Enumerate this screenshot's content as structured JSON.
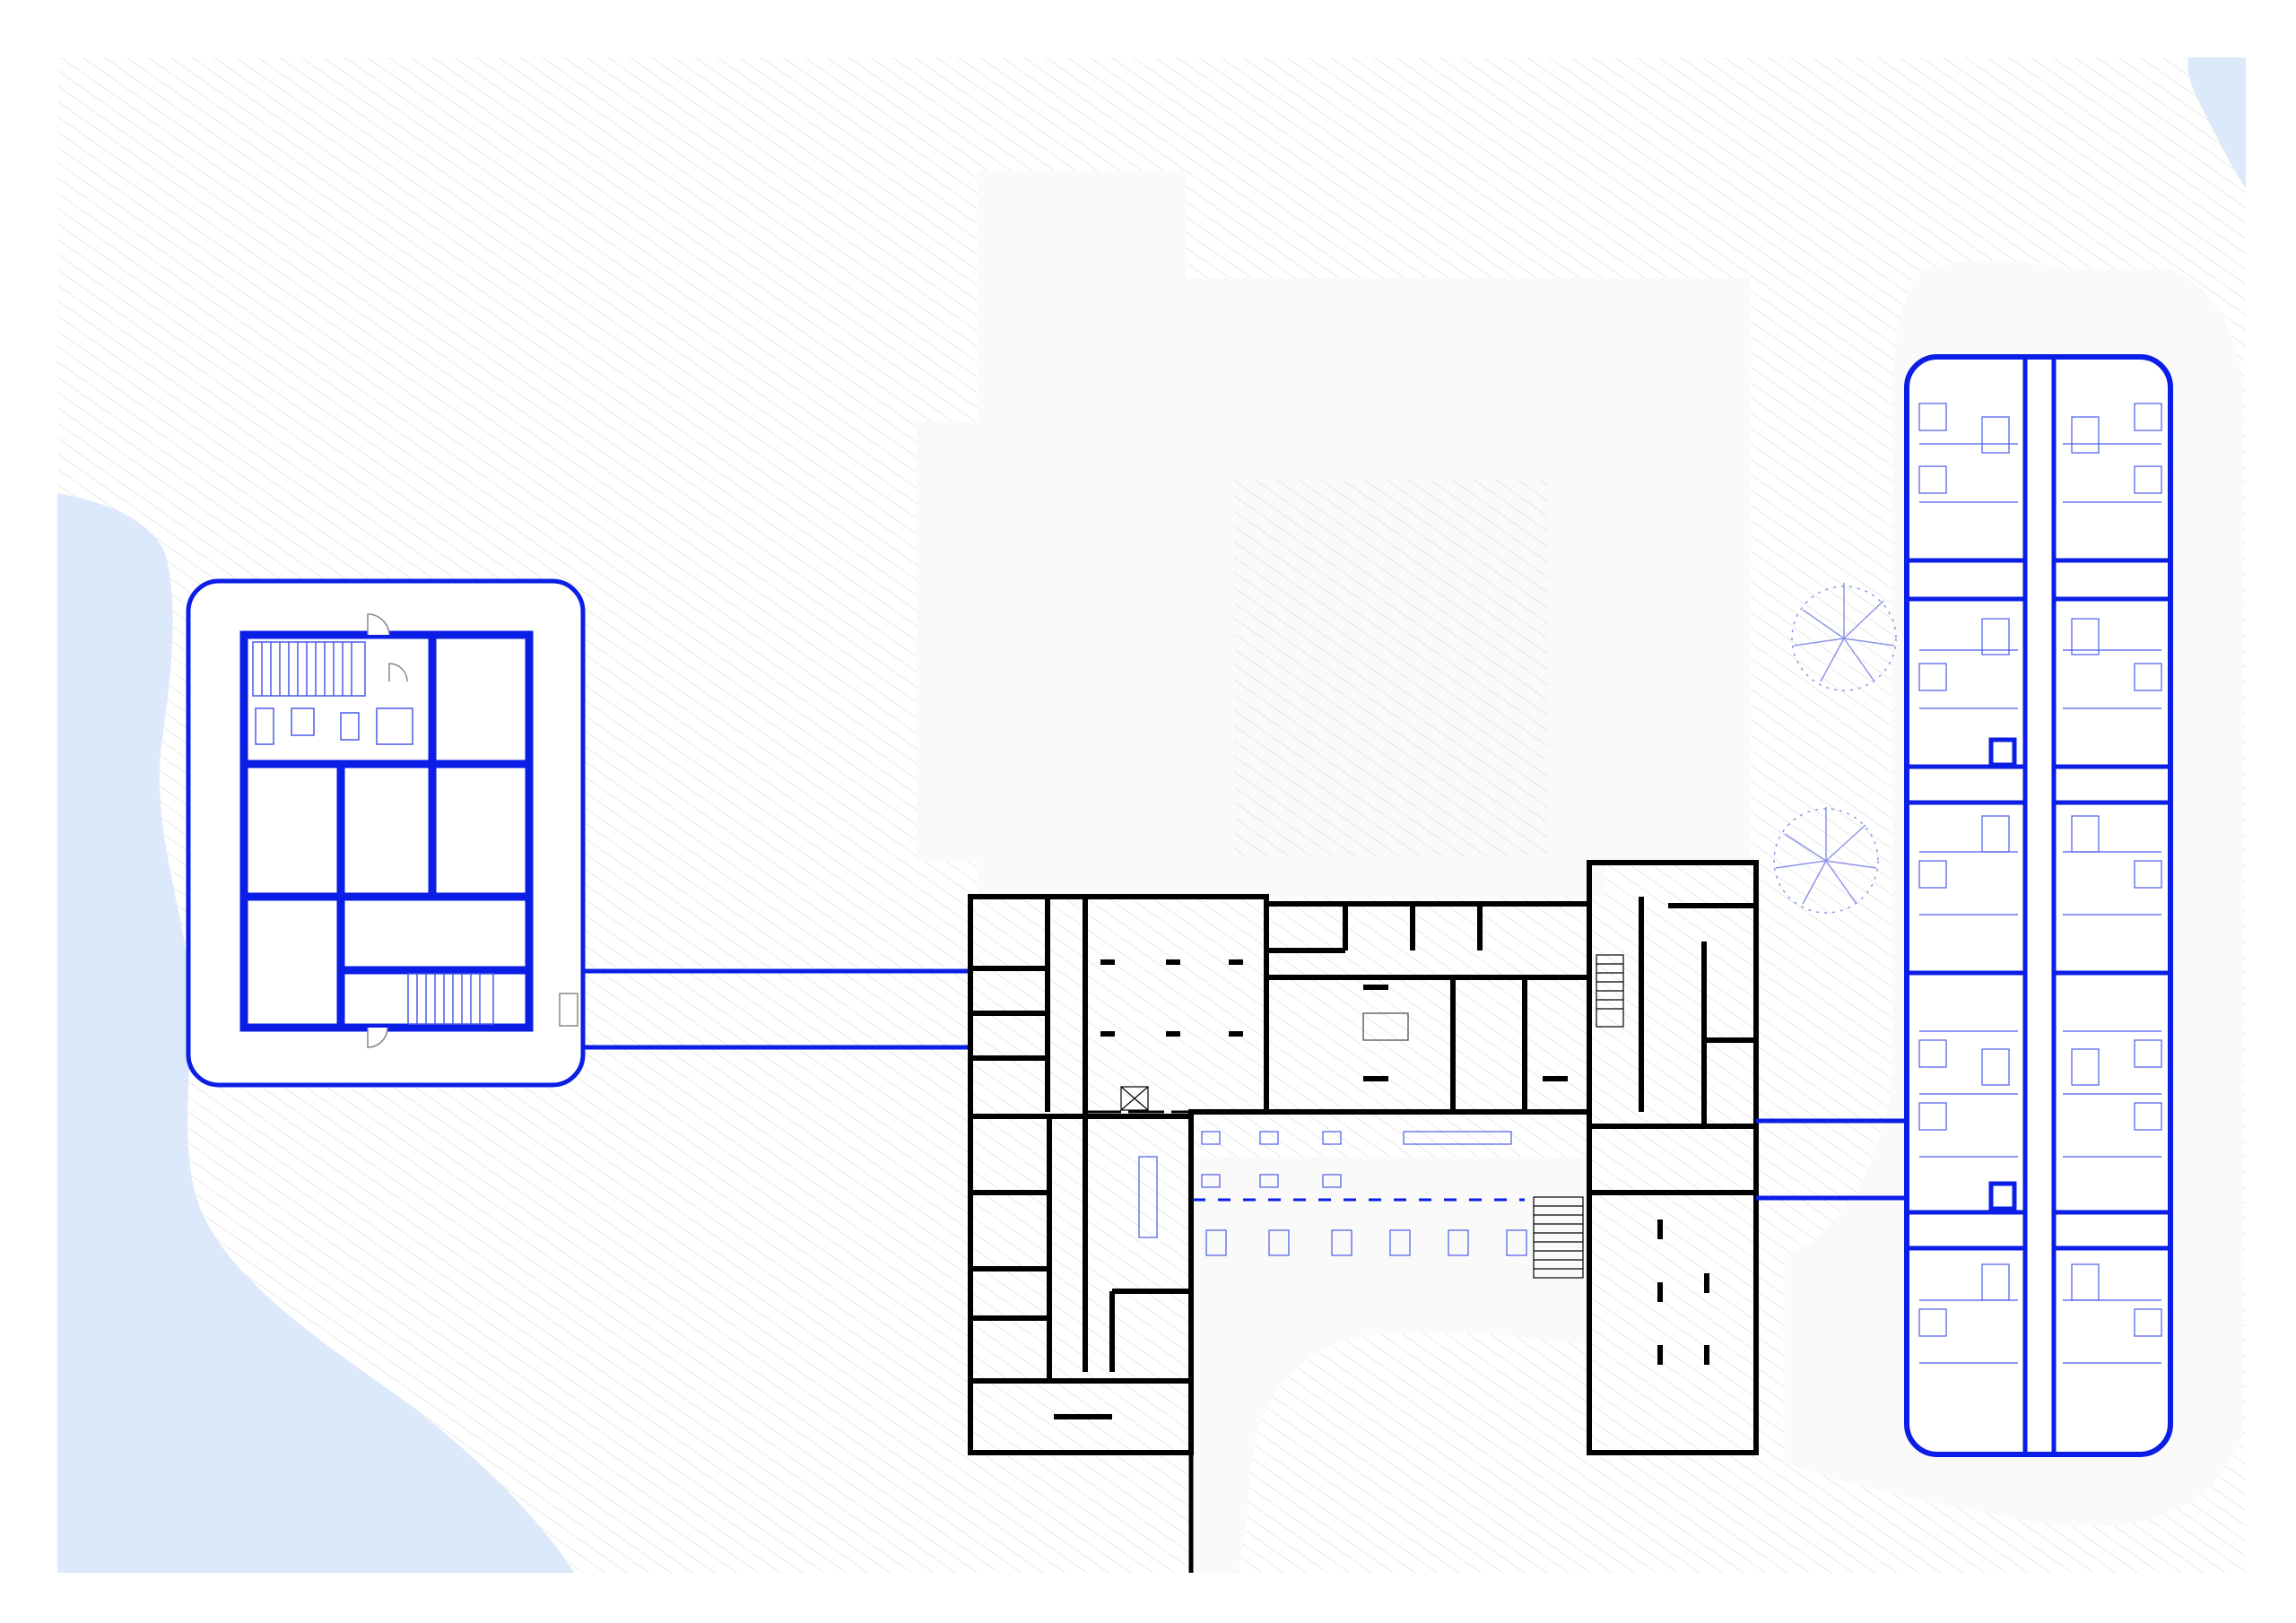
{
  "drawing": {
    "type": "architectural-site-floor-plan",
    "colors": {
      "background": "#ffffff",
      "site": "#fafafa",
      "hatch": "#d8d8d8",
      "water": "#dce9fb",
      "existing_walls": "#000000",
      "new_walls": "#0a1ee6",
      "furniture": "#4a5ae8"
    },
    "elements": [
      "water-left",
      "water-top-right",
      "west-pavilion",
      "connector-west",
      "central-building",
      "connector-east",
      "east-residential-block",
      "trees",
      "courtyard-void"
    ],
    "legend": []
  }
}
